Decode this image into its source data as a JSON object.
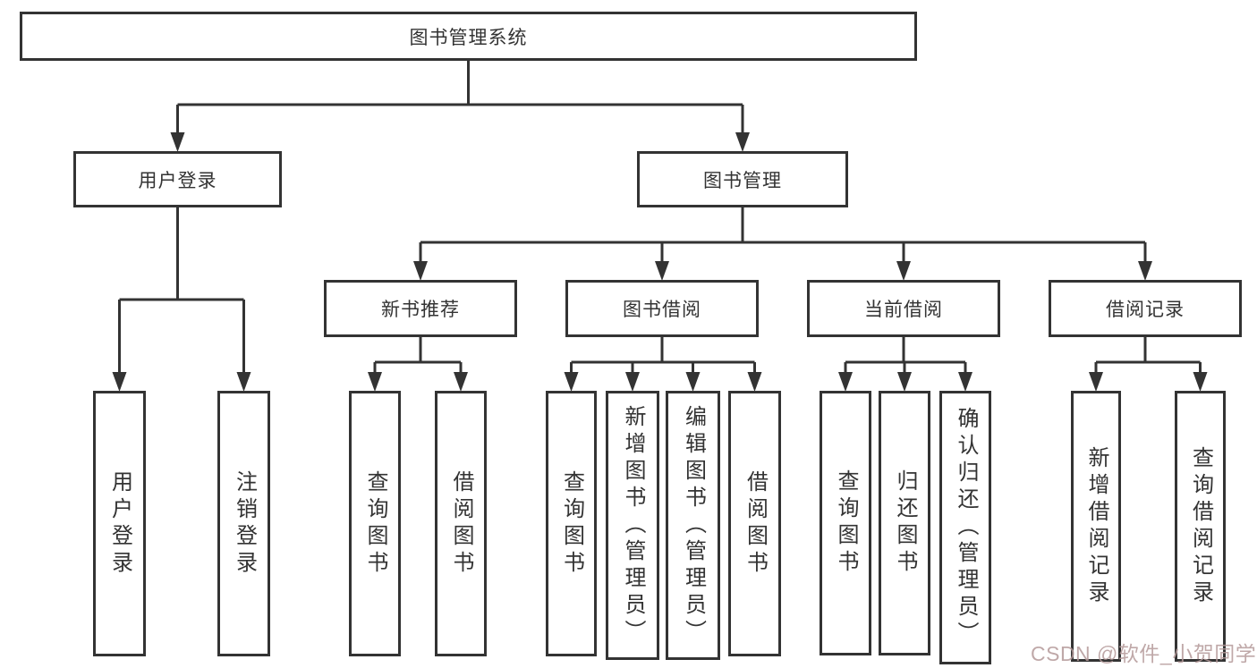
{
  "diagram": {
    "type": "tree",
    "title": "图书管理系统",
    "background": "#ffffff",
    "line_color": "#333333",
    "box_border_color": "#333333",
    "text_color": "#333333",
    "watermark": {
      "text": "CSDN @软件_小贺同学",
      "color": "#b59a9a"
    },
    "nodes": [
      {
        "id": "root",
        "label": "图书管理系统",
        "parent": null
      },
      {
        "id": "user-login",
        "label": "用户登录",
        "parent": "root"
      },
      {
        "id": "book-mgmt",
        "label": "图书管理",
        "parent": "root"
      },
      {
        "id": "new-book-rec",
        "label": "新书推荐",
        "parent": "book-mgmt"
      },
      {
        "id": "book-borrow",
        "label": "图书借阅",
        "parent": "book-mgmt"
      },
      {
        "id": "current-borrow",
        "label": "当前借阅",
        "parent": "book-mgmt"
      },
      {
        "id": "borrow-records",
        "label": "借阅记录",
        "parent": "book-mgmt"
      },
      {
        "id": "leaf-user-login",
        "label": "用户登录",
        "parent": "user-login"
      },
      {
        "id": "leaf-logout",
        "label": "注销登录",
        "parent": "user-login"
      },
      {
        "id": "nbr-query",
        "label": "查询图书",
        "parent": "new-book-rec"
      },
      {
        "id": "nbr-borrow",
        "label": "借阅图书",
        "parent": "new-book-rec"
      },
      {
        "id": "bb-query",
        "label": "查询图书",
        "parent": "book-borrow"
      },
      {
        "id": "bb-add",
        "label": "新增图书（管理员）",
        "parent": "book-borrow"
      },
      {
        "id": "bb-edit",
        "label": "编辑图书（管理员）",
        "parent": "book-borrow"
      },
      {
        "id": "bb-borrow",
        "label": "借阅图书",
        "parent": "book-borrow"
      },
      {
        "id": "cb-query",
        "label": "查询图书",
        "parent": "current-borrow"
      },
      {
        "id": "cb-return",
        "label": "归还图书",
        "parent": "current-borrow"
      },
      {
        "id": "cb-confirm",
        "label": "确认归还（管理员）",
        "parent": "current-borrow"
      },
      {
        "id": "br-add",
        "label": "新增借阅记录",
        "parent": "borrow-records"
      },
      {
        "id": "br-query",
        "label": "查询借阅记录",
        "parent": "borrow-records"
      }
    ]
  }
}
